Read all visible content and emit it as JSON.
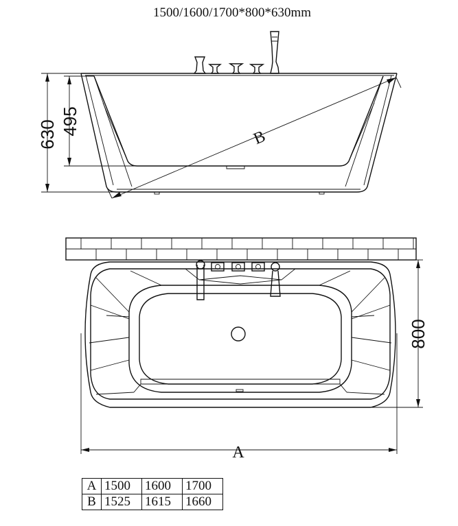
{
  "drawing": {
    "title": "1500/1600/1700*800*630mm",
    "dims": {
      "total_height": "630",
      "inner_depth": "495",
      "width": "800",
      "length_label": "A",
      "diagonal_label": "B"
    }
  },
  "size_table": {
    "rows": [
      {
        "label": "A",
        "values": [
          "1500",
          "1600",
          "1700"
        ]
      },
      {
        "label": "B",
        "values": [
          "1525",
          "1615",
          "1660"
        ]
      }
    ]
  }
}
